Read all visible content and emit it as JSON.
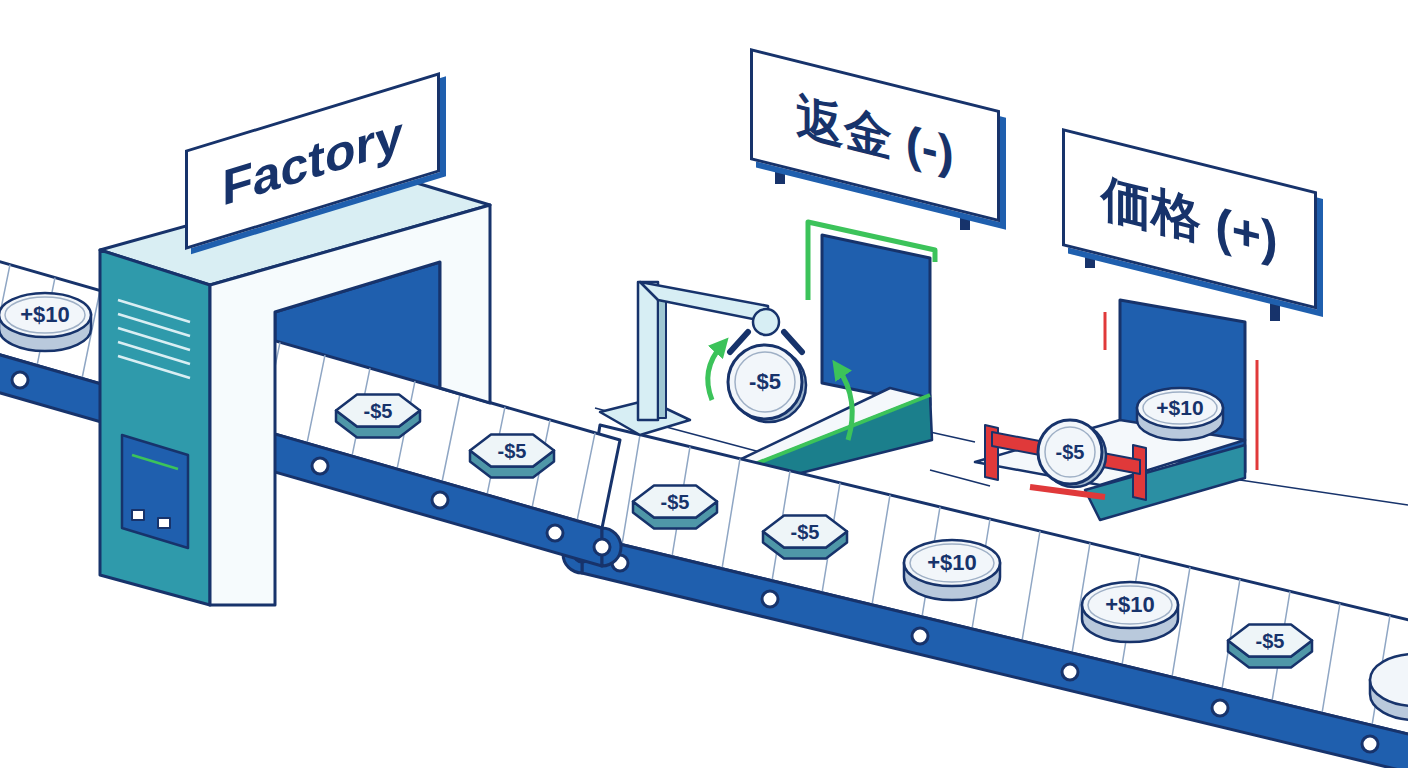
{
  "diagram": {
    "nodes": [
      {
        "text": [
          "Factory"
        ]
      },
      {
        "text": [
          "返金 (-)"
        ]
      },
      {
        "text": [
          "価格 (+)"
        ]
      },
      {
        "text": [
          "+$10"
        ]
      },
      {
        "text": [
          "-$5"
        ]
      },
      {
        "text": [
          "+$10"
        ]
      },
      {
        "text": [
          "-$5"
        ]
      },
      {
        "text": [
          "-$5"
        ]
      },
      {
        "text": [
          "-$5"
        ]
      },
      {
        "text": [
          "-$5"
        ]
      },
      {
        "text": [
          "-$5"
        ]
      },
      {
        "text": [
          "+$10"
        ]
      },
      {
        "text": [
          "+$10"
        ]
      },
      {
        "text": [
          "-$5"
        ]
      }
    ]
  }
}
